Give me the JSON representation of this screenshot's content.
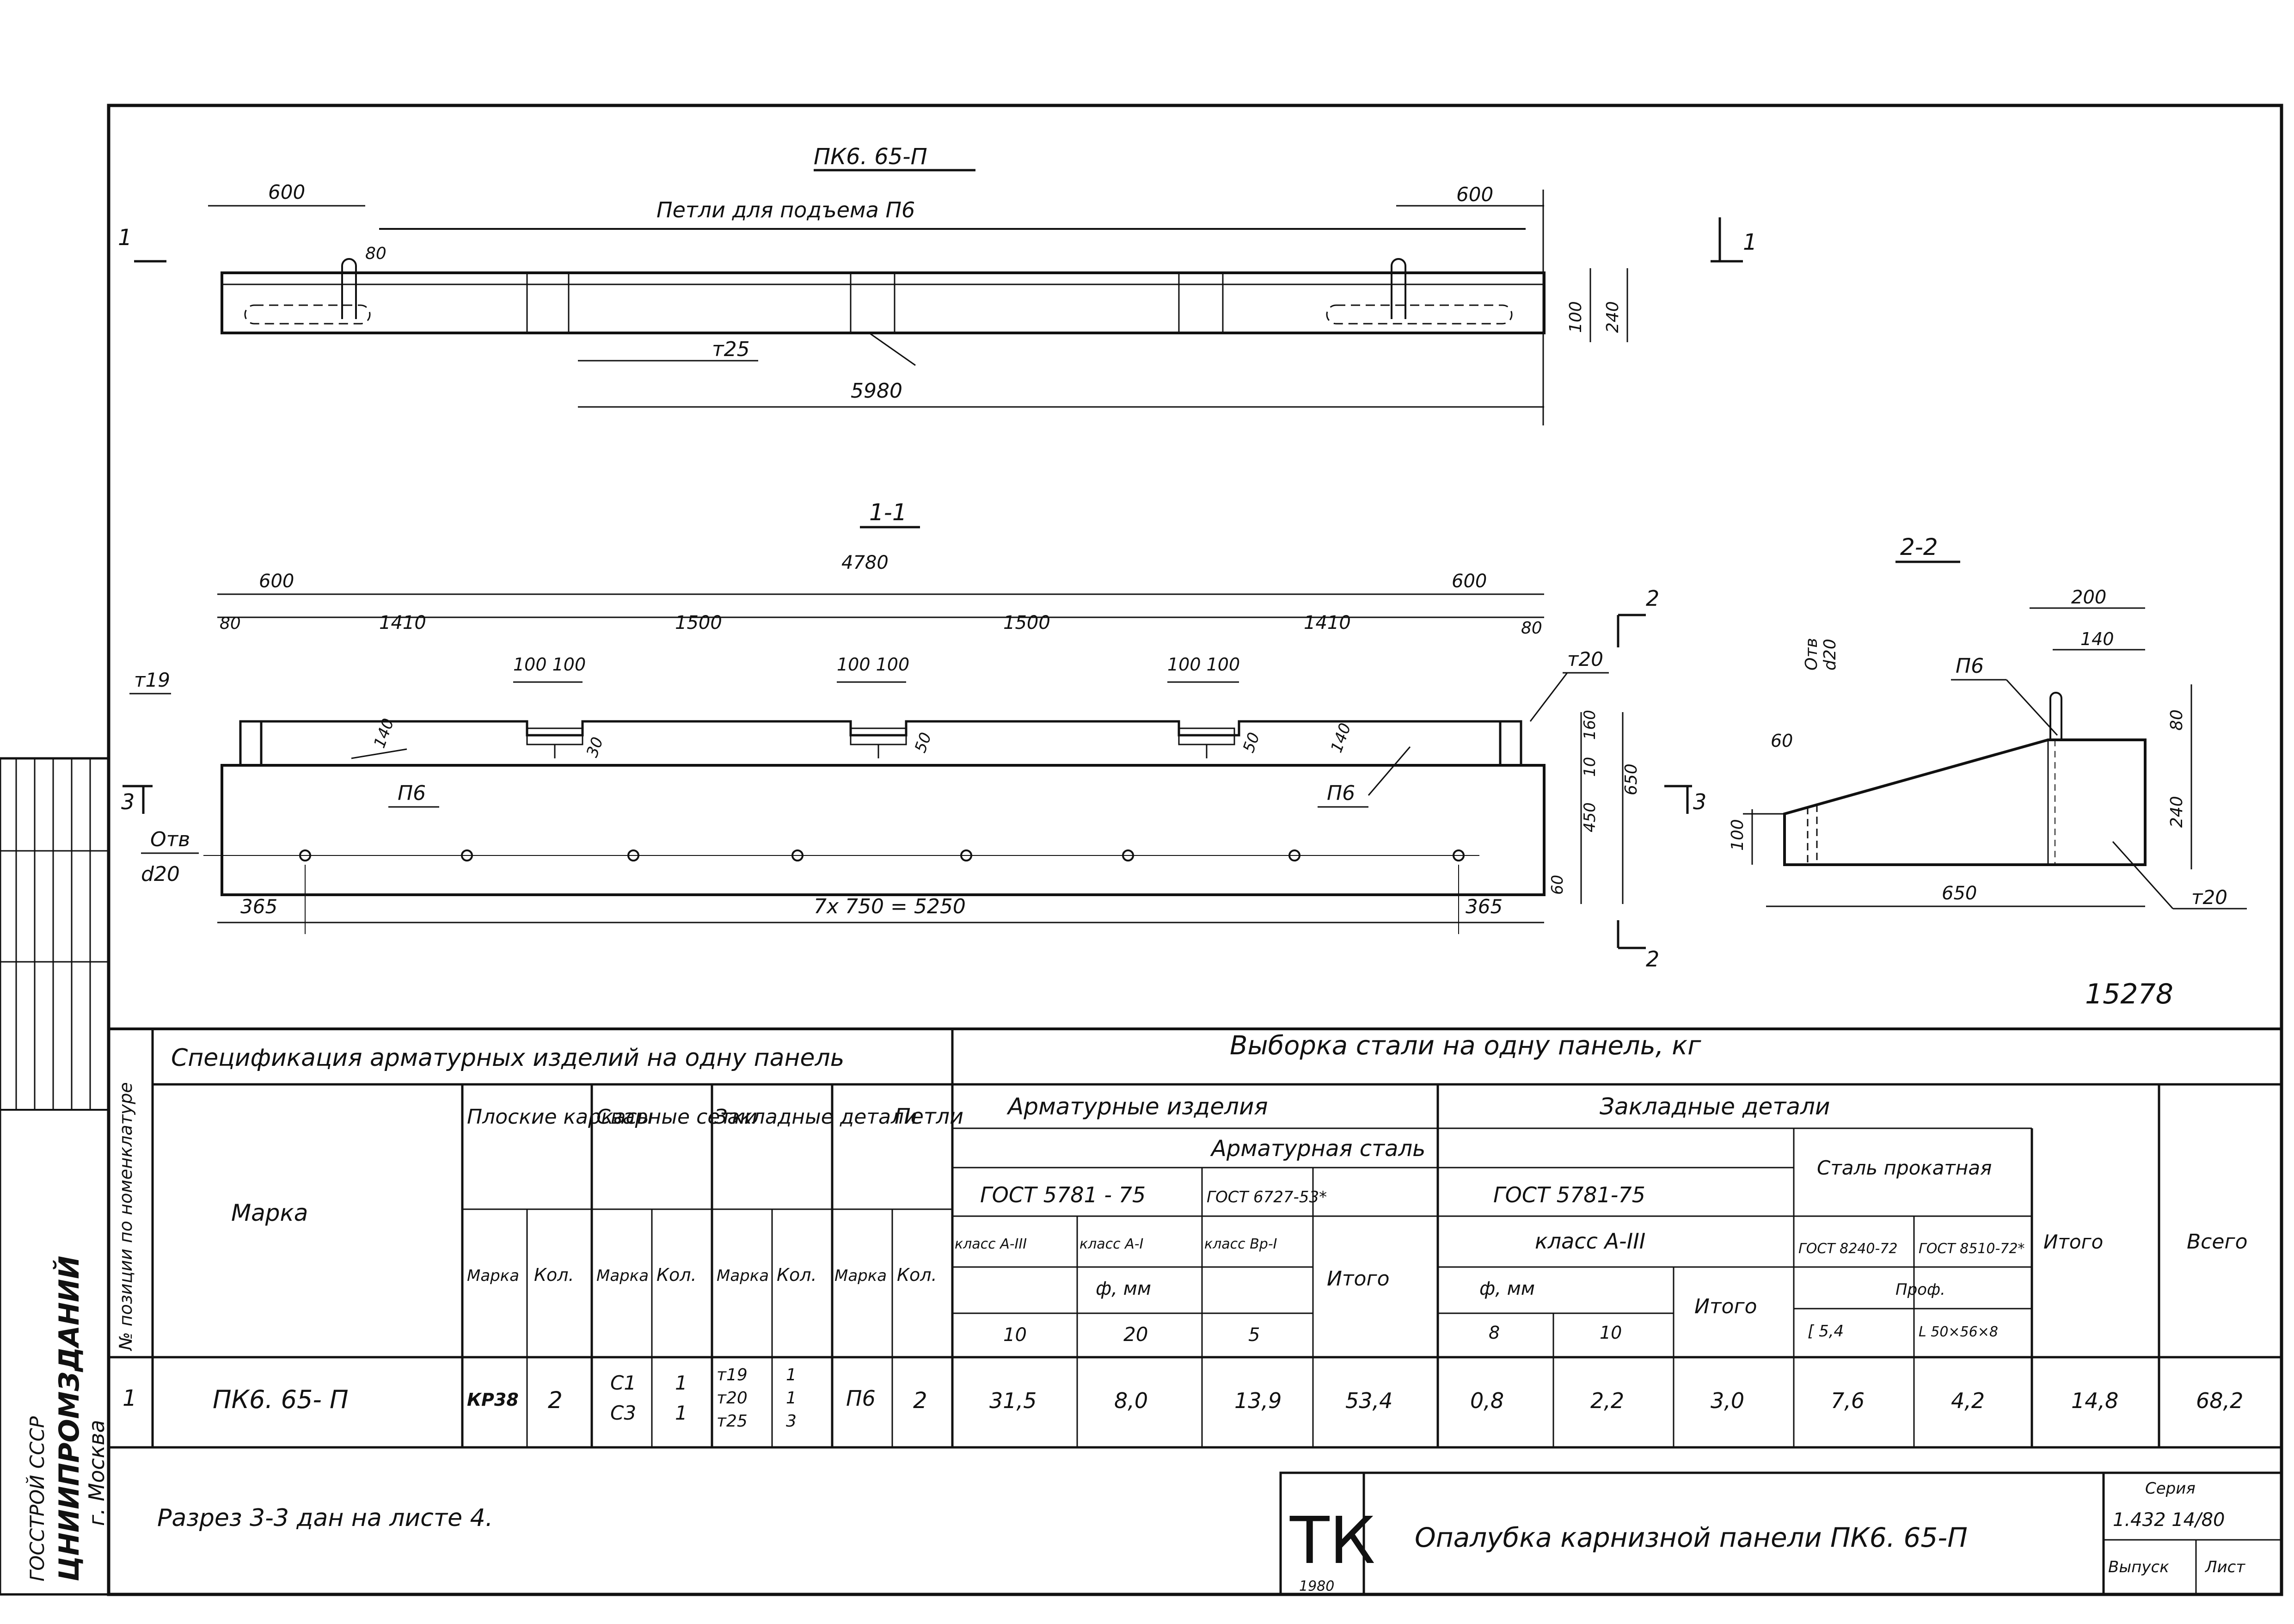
{
  "drawing": {
    "plan": {
      "title": "ПК6. 65-П",
      "loops_label": "Петли для подъема П6",
      "dim_left": "600",
      "dim_right": "600",
      "dim_total": "5980",
      "part_t25": "т25",
      "dim_small_80": "80",
      "dim_100": "100",
      "dim_240": "240",
      "section_mark": "1"
    },
    "section11": {
      "title": "1-1",
      "dim_overall": "4780",
      "dim_600_l": "600",
      "dim_600_r": "600",
      "dim_80_l": "80",
      "dim_80_r": "80",
      "dim_1410_l": "1410",
      "dim_1500_a": "1500",
      "dim_1500_b": "1500",
      "dim_1410_r": "1410",
      "pair_100": "100 100",
      "t19": "т19",
      "t20": "т20",
      "p6": "П6",
      "h140_l": "140",
      "h30": "30",
      "h50_a": "50",
      "h50_b": "50",
      "h140_r": "140",
      "h160": "160",
      "h10": "10",
      "h650": "650",
      "h450": "450",
      "h60": "60",
      "otv_label": "Отв",
      "otv_diam": "d20",
      "dim_365_l": "365",
      "dim_365_r": "365",
      "dim_bottom": "7х 750 = 5250",
      "section_mark_2": "2",
      "section_mark_3": "3"
    },
    "section22": {
      "title": "2-2",
      "dim_200": "200",
      "dim_140": "140",
      "p6": "П6",
      "otv": "Отв",
      "otv_d": "d20",
      "dim_60": "60",
      "dim_100": "100",
      "dim_80": "80",
      "dim_240": "240",
      "dim_650": "650",
      "t20": "т20"
    },
    "stamp_number": "15278"
  },
  "side_stamp": {
    "org": "ЦНИИПРОМЗДАНИЙ",
    "city": "г. Москва",
    "agency": "ГОССТРОЙ СССР"
  },
  "table": {
    "spec_title": "Спецификация арматурных изделий на одну панель",
    "steel_title": "Выборка стали на одну панель, кг",
    "col_no": "№ позиции по номенклатуре",
    "col_mark": "Марка",
    "col_flat": "Плоские каркасы",
    "col_welded": "Сварные сетки",
    "col_embedded": "Закладные детали",
    "col_loops": "Петли",
    "sub_mark": "Марка",
    "sub_qty": "Кол.",
    "arm_items": "Арматурные изделия",
    "embedded_details": "Закладные детали",
    "arm_steel": "Арматурная сталь",
    "gost_5781_a": "ГОСТ 5781 - 75",
    "gost_6727": "ГОСТ 6727-53*",
    "class_aiii": "класс А-III",
    "class_ai": "класс А-I",
    "class_vpi": "класс Вр-I",
    "phi_mm": "ф, мм",
    "d10": "10",
    "d20": "20",
    "d5": "5",
    "itogo": "Итого",
    "gost_5781_b": "ГОСТ 5781-75",
    "class_aiii_b": "класс А-III",
    "phi_mm_b": "ф, мм",
    "d8": "8",
    "d10b": "10",
    "steel_rolled": "Сталь прокатная",
    "gost_8240": "ГОСТ 8240-72",
    "gost_8510": "ГОСТ 8510-72*",
    "profile": "Проф.",
    "prof_c": "[ 5,4",
    "prof_l": "L 50×56×8",
    "total": "Всего",
    "row": {
      "no": "1",
      "mark": "ПК6. 65- П",
      "flat_mark": "КР38",
      "flat_qty": "2",
      "welded_marks": [
        "С1",
        "С3"
      ],
      "welded_qty": [
        "1",
        "1"
      ],
      "emb_marks": [
        "т19",
        "т20",
        "т25"
      ],
      "emb_qty": [
        "1",
        "1",
        "3"
      ],
      "loop_mark": "П6",
      "loop_qty": "2",
      "v10": "31,5",
      "v20": "8,0",
      "v5": "13,9",
      "sum1": "53,4",
      "v8": "0,8",
      "v10b": "2,2",
      "sum2": "3,0",
      "vc": "7,6",
      "vl": "4,2",
      "sum3": "14,8",
      "total": "68,2"
    }
  },
  "footer": {
    "note": "Разрез 3-3 дан на листе 4.",
    "logo": "ТК",
    "logo_year": "1980",
    "sheet_title": "Опалубка карнизной панели ПК6. 65-П",
    "series_label": "Серия",
    "series_value": "1.432 14/80",
    "issue_label": "Выпуск",
    "sheet_label": "Лист"
  }
}
